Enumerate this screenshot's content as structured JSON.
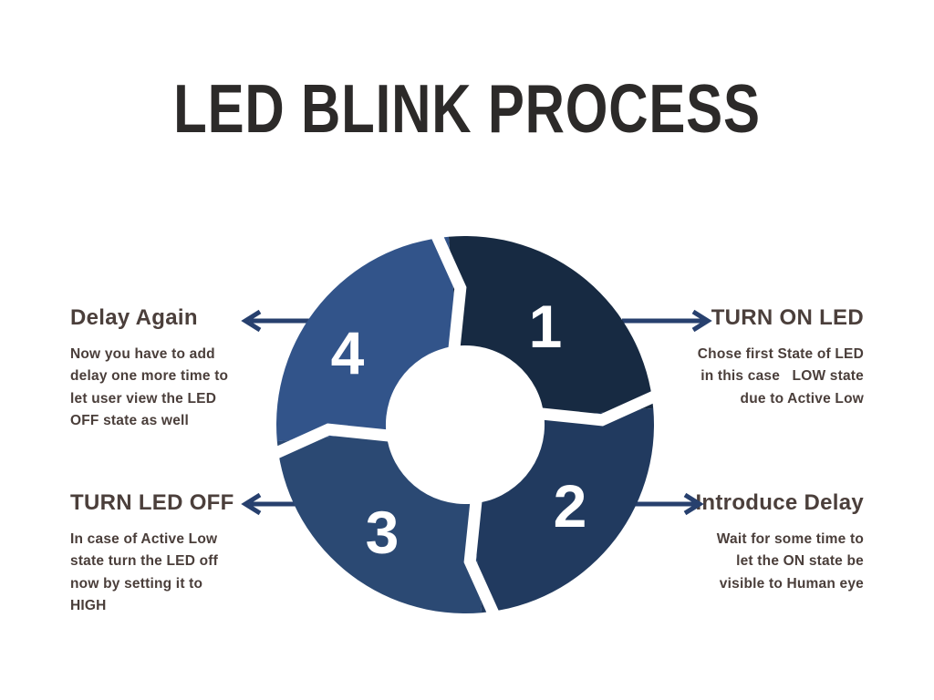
{
  "title": "LED BLINK PROCESS",
  "diagram": {
    "arrow_color": "#27406e",
    "segments": [
      {
        "number": "1",
        "color": "#172a42"
      },
      {
        "number": "2",
        "color": "#213a5f"
      },
      {
        "number": "3",
        "color": "#2b4973"
      },
      {
        "number": "4",
        "color": "#32548a"
      }
    ]
  },
  "steps": [
    {
      "heading": "TURN ON LED",
      "body": "Chose first State of LED\nin this case   LOW state\ndue to Active Low"
    },
    {
      "heading": "Introduce Delay",
      "body": "Wait for some time to\nlet the ON state be\nvisible to Human eye"
    },
    {
      "heading": "TURN LED OFF",
      "body": "In case of Active Low\nstate turn the LED off\nnow by setting it to\nHIGH"
    },
    {
      "heading": "Delay Again",
      "body": "Now you have to add\ndelay one more time to\nlet user view the LED\nOFF state as well"
    }
  ]
}
